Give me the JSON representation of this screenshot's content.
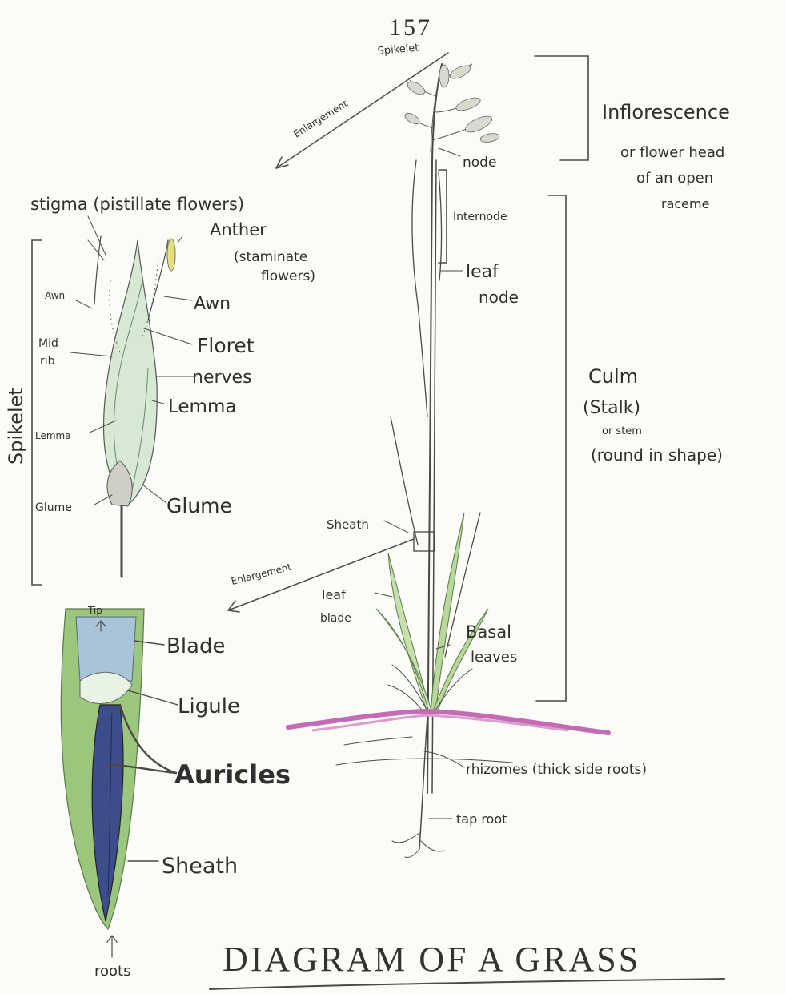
{
  "page_number": "157",
  "title": "DIAGRAM OF A GRASS",
  "colors": {
    "ink": "#3a3a3a",
    "leaf_green": "#b9d79a",
    "leaf_dark": "#7fae63",
    "sheath_blue": "#3d4d8a",
    "blade_blue": "#a9c3d8",
    "rhizome_pink": "#c46bb5"
  },
  "labels": {
    "spikelet_top": "Spikelet",
    "enlargement_top": "Enlargement",
    "inflorescence": "Inflorescence",
    "inflorescence_desc_1": "or flower head",
    "inflorescence_desc_2": "of an open",
    "inflorescence_desc_3": "raceme",
    "node": "node",
    "internode": "Internode",
    "leaf_node_1": "leaf",
    "leaf_node_2": "node",
    "culm": "Culm",
    "culm_desc_1": "(Stalk)",
    "culm_desc_2": "or stem",
    "culm_desc_3": "(round in shape)",
    "stigma": "stigma (pistillate flowers)",
    "anther": "Anther",
    "anther_desc_1": "(staminate",
    "anther_desc_2": "flowers)",
    "awn_left": "Awn",
    "awn_right": "Awn",
    "mid_rib_1": "Mid",
    "mid_rib_2": "rib",
    "floret": "Floret",
    "nerves": "nerves",
    "lemma_right": "Lemma",
    "lemma_left": "Lemma",
    "spikelet_side": "Spikelet",
    "glume_left": "Glume",
    "glume_right": "Glume",
    "sheath_top": "Sheath",
    "enlargement_bottom": "Enlargement",
    "leaf_blade_1": "leaf",
    "leaf_blade_2": "blade",
    "basal_1": "Basal",
    "basal_2": "leaves",
    "tip": "Tip",
    "blade": "Blade",
    "ligule": "Ligule",
    "auricles": "Auricles",
    "sheath_bottom": "Sheath",
    "roots": "roots",
    "rhizomes": "rhizomes (thick side roots)",
    "tap_root": "tap root"
  }
}
